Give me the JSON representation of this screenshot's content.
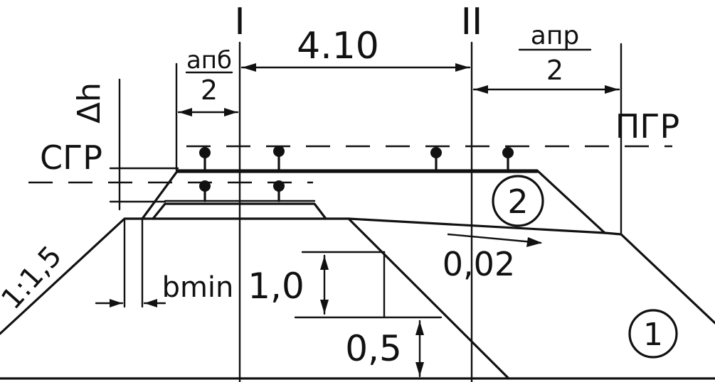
{
  "labels": {
    "axis_one": "I",
    "axis_two": "II",
    "track_spacing": "4.10",
    "a_pb_num": "aпб",
    "a_pb_den": "2",
    "a_pr_num": "aпр",
    "a_pr_den": "2",
    "delta_h": "Δh",
    "sgr": "СГР",
    "pgr": "ПГР",
    "slope": "1:1,5",
    "b_min": "bmin",
    "height_one": "1,0",
    "height_half": "0,5",
    "gradient": "0,02",
    "layer_two": "2",
    "layer_one": "1"
  },
  "colors": {
    "ink": "#111111",
    "paper": "#ffffff"
  }
}
